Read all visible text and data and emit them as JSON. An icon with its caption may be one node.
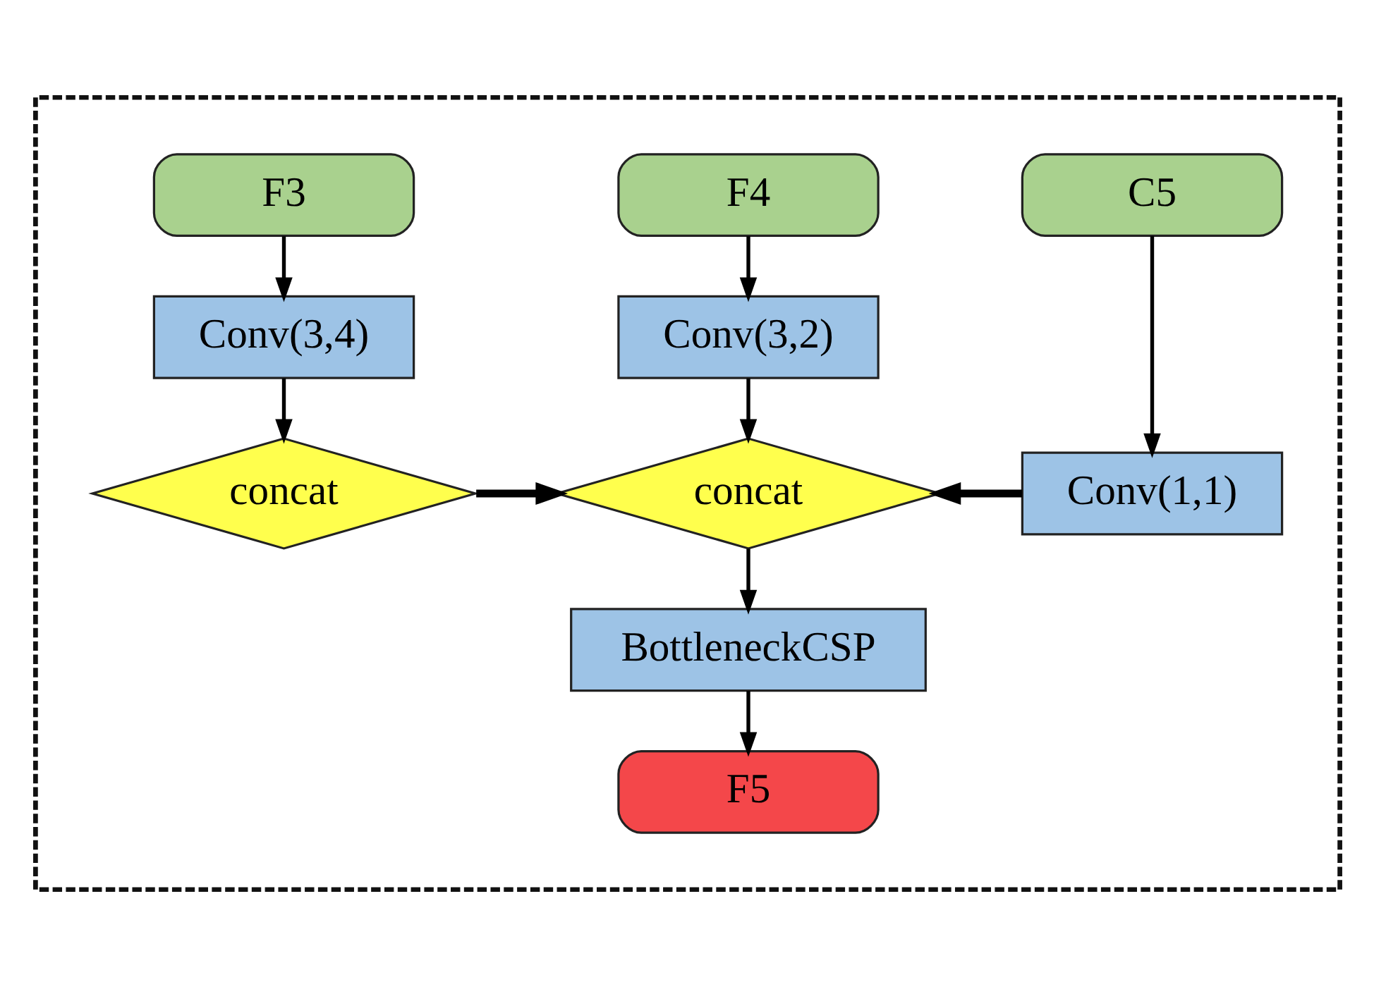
{
  "diagram": {
    "nodes": [
      {
        "text": [],
        "shape": "box"
      },
      {
        "text": [
          "F4"
        ],
        "in": 0
      },
      {
        "text": [
          "F3"
        ],
        "in": 0
      },
      {
        "text": [
          "C5"
        ],
        "in": 0
      },
      {
        "text": [
          "Conv(3,2)"
        ],
        "in": 0
      },
      {
        "text": [
          "Conv(3,4)"
        ],
        "in": 0
      },
      {
        "text": [
          "Conv(1,1)"
        ],
        "in": 0
      },
      {
        "text": [
          "concat"
        ],
        "in": 0
      },
      {
        "text": [
          "concat"
        ],
        "in": 0
      },
      {
        "text": [
          "BottleneckCSP"
        ],
        "in": 0
      },
      {
        "text": [
          "F5"
        ],
        "in": 0
      }
    ],
    "edges": [
      {
        "from": 1,
        "to": 4,
        "arrow": "to"
      },
      {
        "from": 2,
        "to": 5,
        "arrow": "to"
      },
      {
        "from": 3,
        "to": 6,
        "arrow": "to"
      },
      {
        "from": 4,
        "to": 7,
        "arrow": "to"
      },
      {
        "from": 5,
        "to": 8,
        "arrow": "to"
      },
      {
        "from": 6,
        "to": 7,
        "arrow": "to",
        "style": "thick"
      },
      {
        "from": 8,
        "to": 7,
        "arrow": "to",
        "style": "thick"
      },
      {
        "from": 7,
        "to": 9,
        "arrow": "to"
      },
      {
        "from": 9,
        "to": 10,
        "arrow": "to"
      }
    ]
  }
}
